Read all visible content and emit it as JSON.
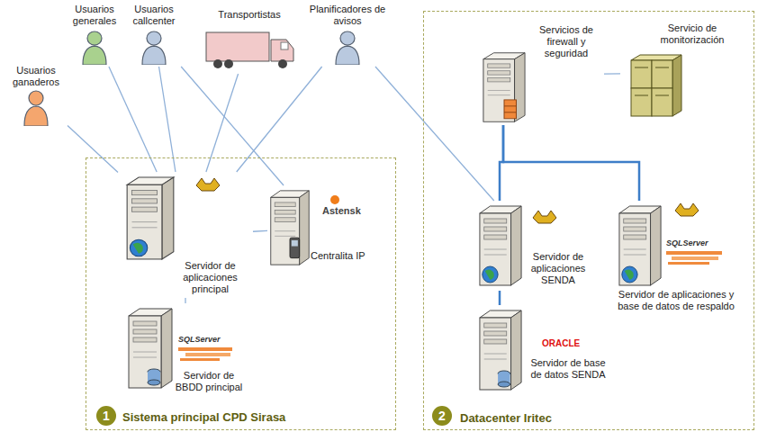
{
  "diagram": {
    "nodes": [
      {
        "text": [
          "Sistema principal CPD Sirasa"
        ]
      },
      {
        "text": [
          "Datacenter Iritec"
        ]
      },
      {
        "text": [
          "Usuarios ganaderos"
        ]
      },
      {
        "text": [
          "Usuarios generales"
        ]
      },
      {
        "text": [
          "Usuarios callcenter"
        ]
      },
      {
        "text": [
          "Transportistas"
        ]
      },
      {
        "text": [
          "Planificadores de avisos"
        ]
      },
      {
        "text": [
          "Servidor de aplicaciones principal"
        ],
        "in": 0
      },
      {
        "text": [
          "Centralita IP"
        ],
        "in": 0
      },
      {
        "text": [
          "Servidor de BBDD principal"
        ],
        "in": 0
      },
      {
        "text": [
          "Servicios de firewall y seguridad"
        ],
        "in": 1
      },
      {
        "text": [
          "Servicio de monitorización"
        ],
        "in": 1
      },
      {
        "text": [
          "Servidor de aplicaciones SENDA"
        ],
        "in": 1
      },
      {
        "text": [
          "Servidor de aplicaciones y base de datos de respaldo"
        ],
        "in": 1
      },
      {
        "text": [
          "Servidor de base de datos SENDA"
        ],
        "in": 1
      }
    ],
    "edges": [
      {
        "from": 2,
        "to": 7,
        "arrow": "none"
      },
      {
        "from": 3,
        "to": 7,
        "arrow": "none"
      },
      {
        "from": 4,
        "to": 7,
        "arrow": "none"
      },
      {
        "from": 5,
        "to": 7,
        "arrow": "none"
      },
      {
        "from": 6,
        "to": 7,
        "arrow": "none"
      },
      {
        "from": 4,
        "to": 8,
        "arrow": "none"
      },
      {
        "from": 7,
        "to": 8,
        "arrow": "none"
      },
      {
        "from": 7,
        "to": 9,
        "arrow": "none"
      },
      {
        "from": 6,
        "to": 12,
        "arrow": "none"
      },
      {
        "from": 10,
        "to": 11,
        "arrow": "none"
      },
      {
        "from": 10,
        "to": 12,
        "arrow": "none"
      },
      {
        "from": 10,
        "to": 13,
        "arrow": "none"
      },
      {
        "from": 12,
        "to": 14,
        "arrow": "none"
      }
    ],
    "labels": [
      "1",
      "2",
      "Astensk",
      "SQLServer",
      "SQLServer",
      "ORACLE"
    ]
  }
}
